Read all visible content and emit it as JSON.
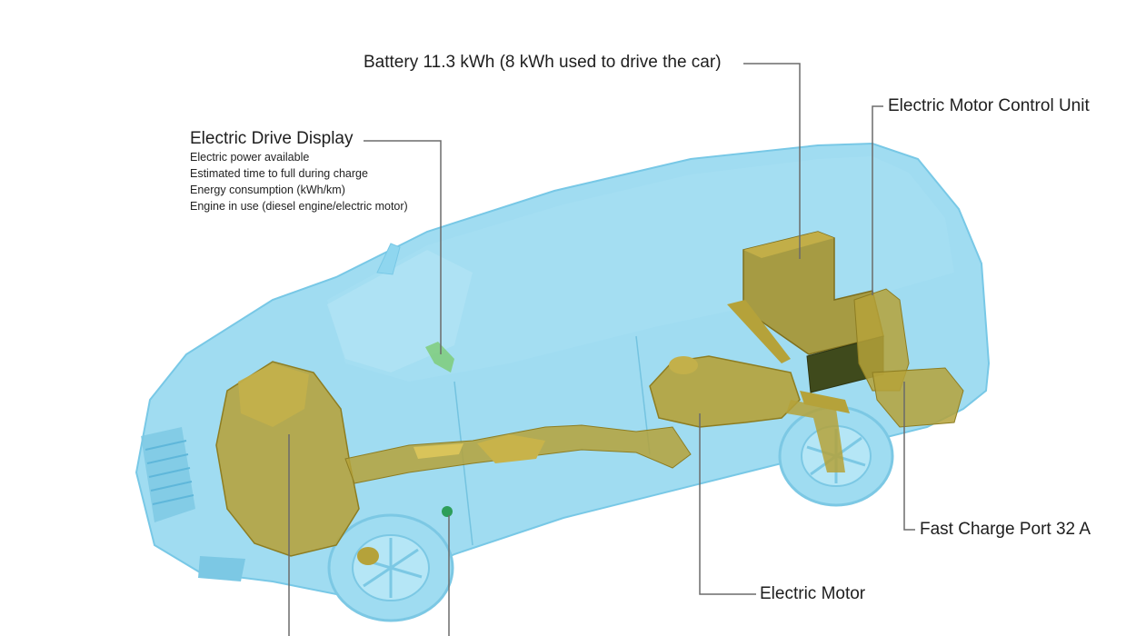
{
  "labels": {
    "battery": "Battery 11.3 kWh (8 kWh used to drive the car)",
    "motor_control_unit": "Electric Motor Control Unit",
    "drive_display": "Electric Drive Display",
    "drive_display_items": [
      "Electric power available",
      "Estimated time to full during charge",
      "Energy consumption (kWh/km)",
      "Engine in use (diesel engine/electric motor)"
    ],
    "fast_charge_port": "Fast Charge Port 32 A",
    "electric_motor": "Electric Motor"
  },
  "colors": {
    "body_shell": "#8fd6ef",
    "body_shell_dark": "#6cc3e3",
    "component": "#b5a23a",
    "component_dark": "#8d7d22",
    "battery_dark_cell": "#3f4a1c",
    "leader_line": "#6b6b6b",
    "display_marker": "#7fcc7a",
    "charge_marker": "#2e9e5a"
  }
}
